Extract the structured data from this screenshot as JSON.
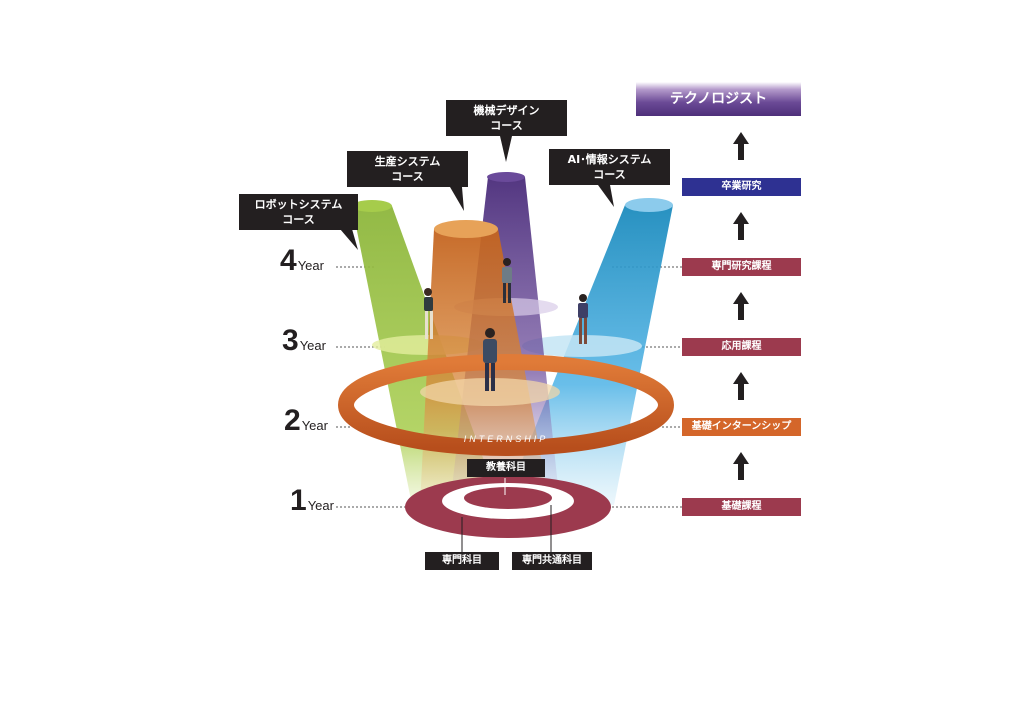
{
  "courses": [
    {
      "label": "ロボットシステム\nコース"
    },
    {
      "label": "生産システム\nコース"
    },
    {
      "label": "機械デザイン\nコース"
    },
    {
      "label": "AI･情報システム\nコース"
    }
  ],
  "years": [
    {
      "num": "4",
      "unit": "Year"
    },
    {
      "num": "3",
      "unit": "Year"
    },
    {
      "num": "2",
      "unit": "Year"
    },
    {
      "num": "1",
      "unit": "Year"
    }
  ],
  "internship_label": "INTERNSHIP",
  "core_tags": {
    "liberal": "教養科目",
    "specialized": "専門科目",
    "common": "専門共通科目"
  },
  "steps": {
    "goal": "テクノロジスト",
    "graduation": "卒業研究",
    "advanced_research": "専門研究課程",
    "applied": "応用課程",
    "internship": "基礎インターンシップ",
    "basic": "基礎課程"
  },
  "colors": {
    "robot": "#8db63c",
    "production": "#d97a2b",
    "design": "#5b3f8c",
    "ai": "#2f9fd1",
    "ring": "#9c3a4e",
    "internship": "#d4662a",
    "graduation": "#2e3192",
    "goal": "#5a3a85"
  }
}
